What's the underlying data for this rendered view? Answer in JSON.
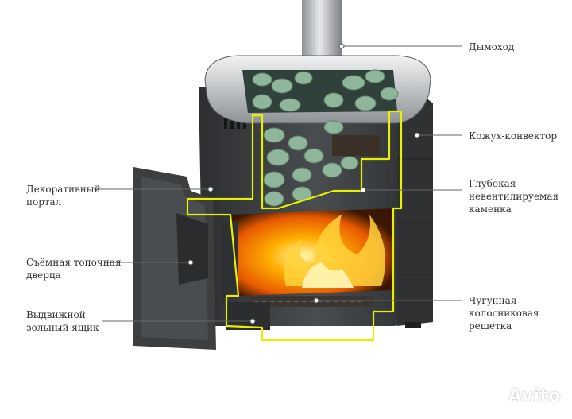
{
  "labels": {
    "chimney": "Дымоход",
    "convector_line1": "Кожух-конвектор",
    "stones_line1": "Глубокая",
    "stones_line2": "невентилируемая",
    "stones_line3": "каменка",
    "portal_line1": "Декоративный",
    "portal_line2": "портал",
    "door_line1": "Съёмная топочная",
    "door_line2": "дверца",
    "ashbox_line1": "Выдвижной",
    "ashbox_line2": "зольный ящик",
    "grate_line1": "Чугунная",
    "grate_line2": "колосниковая",
    "grate_line3": "решетка"
  },
  "watermark": "Avito",
  "colors": {
    "stove_body": "#3a3c3e",
    "cutaway_outline": "#e8f000",
    "stones": "#8fb59a",
    "fire": "#ff8a00"
  }
}
